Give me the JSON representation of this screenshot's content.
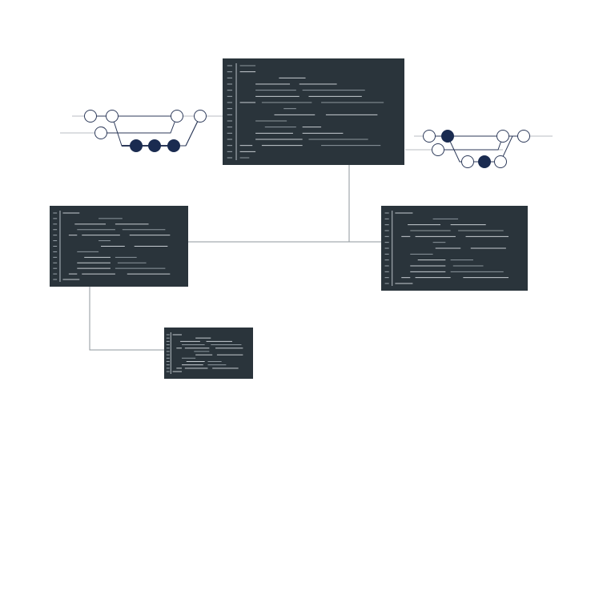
{
  "colors": {
    "background": "#ffffff",
    "panel": "#2a343b",
    "gutter_tick": "#9aa4ab",
    "gutter_line": "#b7bfc5",
    "code_light": "#c6ccd1",
    "code_dim": "#8d979e",
    "connector": "#8f979c",
    "branch_line": "#2d3a5a",
    "branch_stub": "#b9bec3",
    "commit_fill": "#1a2b50",
    "commit_open_fill": "#ffffff",
    "commit_open_stroke": "#2d3a5a"
  },
  "icons": {
    "code_panel": "code-editor-window-icon",
    "branch_graph": "git-branch-graph-icon",
    "commit_filled": "filled-commit-node-icon",
    "commit_open": "open-commit-node-icon"
  },
  "diagram": {
    "code_windows": [
      {
        "name": "main-repository-panel",
        "role": "root"
      },
      {
        "name": "left-fork-panel",
        "role": "child"
      },
      {
        "name": "right-fork-panel",
        "role": "child"
      },
      {
        "name": "sub-fork-panel",
        "role": "grandchild"
      }
    ],
    "branch_graphs": [
      {
        "name": "left-branch-graph",
        "commits": [
          "open",
          "open",
          "open",
          "filled",
          "filled",
          "filled",
          "open",
          "open"
        ]
      },
      {
        "name": "right-branch-graph",
        "commits": [
          "open",
          "filled",
          "open",
          "open",
          "filled",
          "open",
          "open",
          "open"
        ]
      }
    ]
  }
}
